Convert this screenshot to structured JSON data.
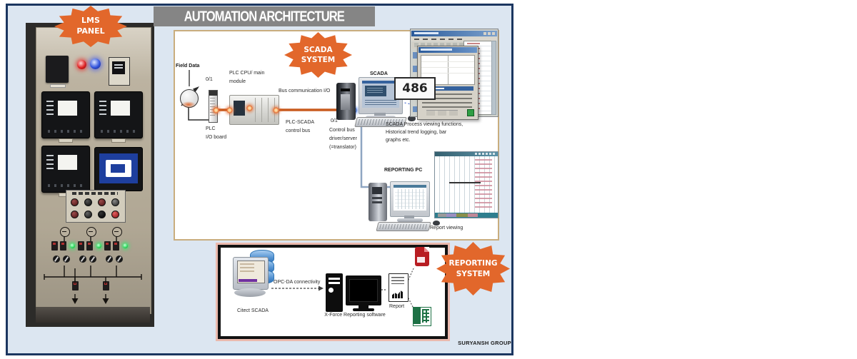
{
  "colors": {
    "accent_orange": "#E2672B",
    "frame_navy": "#1B3660",
    "slide_bg": "#DCE6F1",
    "title_grey": "#858585",
    "bus_orange": "#C85A1E",
    "led_red": "#E02020",
    "led_blue": "#3355DD",
    "led_green": "#35E065",
    "pdf_red": "#B81D22",
    "excel_green": "#1E7145",
    "database_blue": "#4F8FD0"
  },
  "slide": {
    "title": "AUTOMATION ARCHITECTURE",
    "footer": "SURYANSH GROUP"
  },
  "badges": {
    "lms": {
      "line1": "LMS",
      "line2": "PANEL"
    },
    "scada": {
      "line1": "SCADA",
      "line2": "SYSTEM"
    },
    "reporting": {
      "line1": "REPORTING",
      "line2": "SYSTEM"
    }
  },
  "scada_diagram": {
    "field_data": "Field Data",
    "io_signal": "0/1",
    "plc_cpu_line1": "PLC CPU/ main",
    "plc_cpu_line2": "module",
    "bus_comm": "Bus communication I/O",
    "plc_scada_line1": "PLC-SCADA",
    "plc_scada_line2": "control bus",
    "plc_line1": "PLC",
    "plc_line2": "I/O board",
    "translator_line1": "Control bus",
    "translator_line2": "driver/server",
    "translator_line3": "(=translator)",
    "scada_label": "SCADA",
    "cpu_badge": "486",
    "caption_line1": "SCADA Process viewing functions,",
    "caption_line2": "Historical trend logging, bar",
    "caption_line3": "graphs etc.",
    "reporting_pc": "REPORTING PC",
    "report_viewing": "Report viewing"
  },
  "reporting_diagram": {
    "citect_label": "Citect SCADA",
    "opcda_label": "OPC-DA connectivity",
    "xforce_label": "X-Force Reporting software",
    "report_label": "Report"
  }
}
